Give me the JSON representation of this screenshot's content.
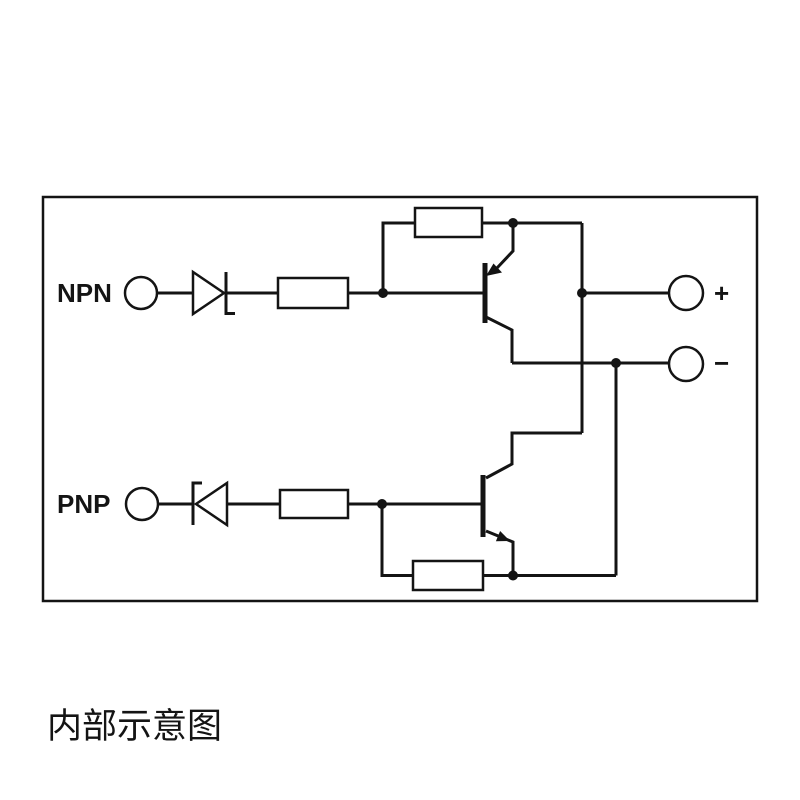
{
  "schematic": {
    "caption": "内部示意图",
    "labels": {
      "npn": "NPN",
      "pnp": "PNP",
      "positive": "+",
      "negative": "−"
    },
    "colors": {
      "line": "#141414",
      "background": "#ffffff"
    },
    "components": {
      "inputs": [
        "npn-input-terminal",
        "pnp-input-terminal"
      ],
      "outputs": [
        "positive-output-terminal",
        "negative-output-terminal"
      ],
      "symbols": [
        "npn-protection-diode",
        "pnp-protection-diode",
        "npn-series-resistor",
        "pnp-series-resistor",
        "top-resistor",
        "bottom-resistor",
        "upper-transistor",
        "lower-transistor"
      ]
    }
  }
}
